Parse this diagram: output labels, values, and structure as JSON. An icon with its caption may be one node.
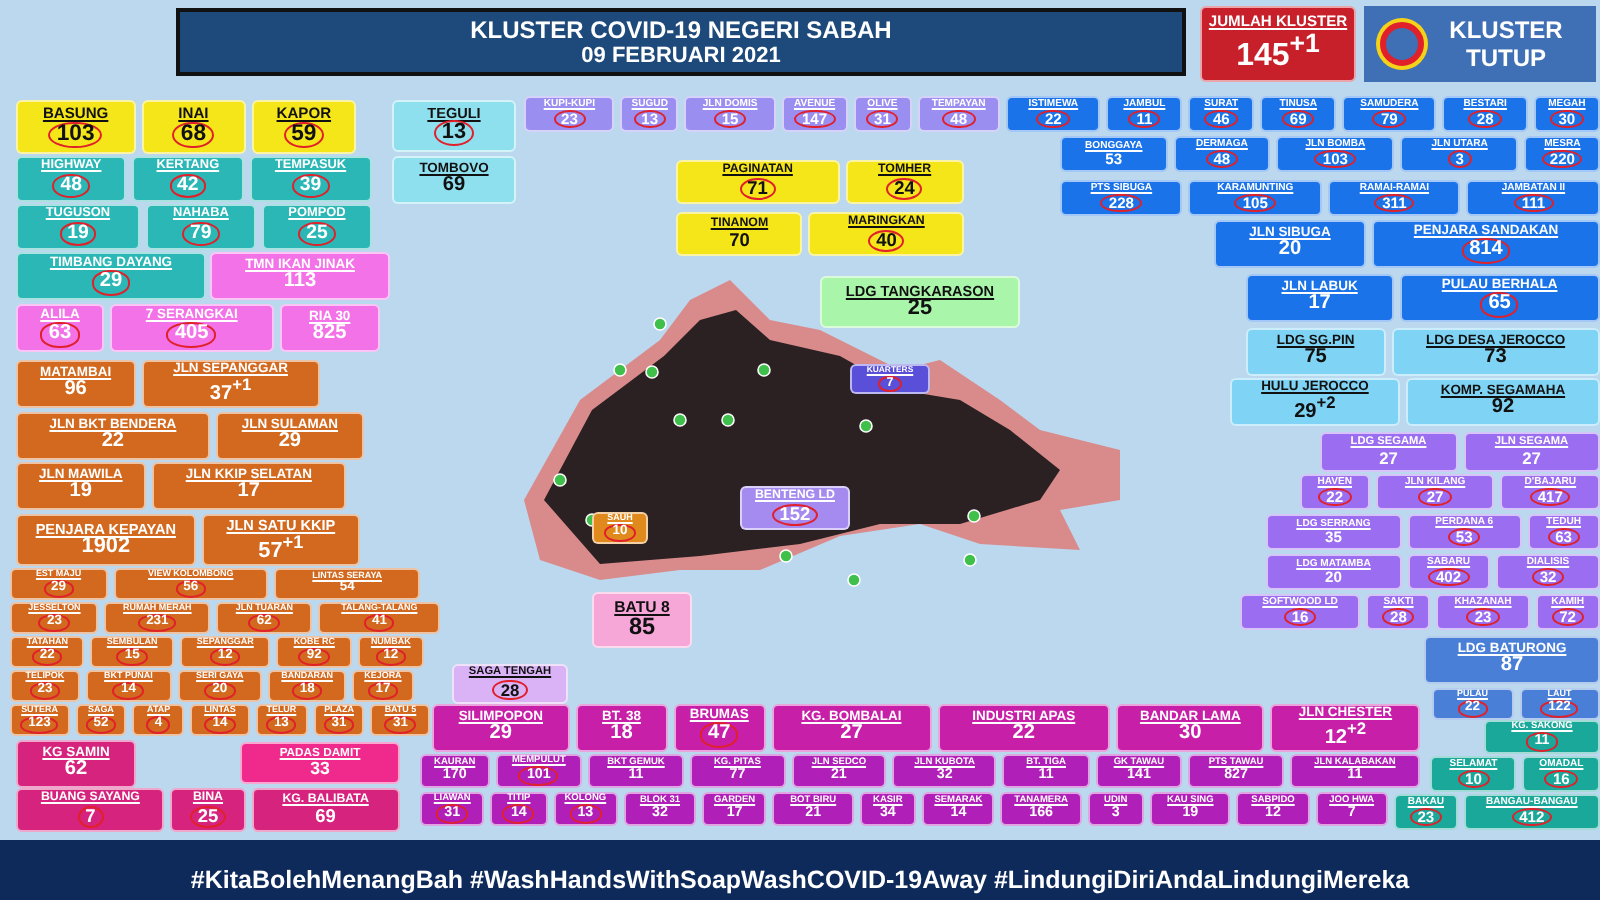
{
  "diagram": {
    "title": "KLUSTER COVID-19 NEGERI SABAH",
    "nodes": [
      {
        "text": [
          "JUMLAH KLUSTER",
          "145$^{+1}$"
        ]
      },
      {
        "text": [
          "BASUNG",
          "103"
        ]
      },
      {
        "text": [
          "INAI",
          "68"
        ]
      },
      {
        "text": [
          "KAPOR",
          "59"
        ]
      },
      {
        "text": [
          "HIGHWAY",
          "48"
        ]
      },
      {
        "text": [
          "KERTANG",
          "42"
        ]
      },
      {
        "text": [
          "TEMPASUK",
          "39"
        ]
      },
      {
        "text": [
          "TUGUSON",
          "19"
        ]
      },
      {
        "text": [
          "NAHABA",
          "79"
        ]
      },
      {
        "text": [
          "POMPOD",
          "25"
        ]
      },
      {
        "text": [
          "TIMBANG DAYANG",
          "29"
        ]
      },
      {
        "text": [
          "TMN IKAN JINAK",
          "113"
        ]
      },
      {
        "text": [
          "ALILA",
          "63"
        ]
      },
      {
        "text": [
          "7 SERANGKAI",
          "405"
        ]
      },
      {
        "text": [
          "RIA 30",
          "825"
        ]
      },
      {
        "text": [
          "TEGULI",
          "13"
        ]
      },
      {
        "text": [
          "TOMBOVO",
          "69"
        ]
      },
      {
        "text": [
          "KUPI-KUPI",
          "23"
        ]
      },
      {
        "text": [
          "SUGUD",
          "13"
        ]
      },
      {
        "text": [
          "JLN DOMIS",
          "15"
        ]
      },
      {
        "text": [
          "AVENUE",
          "147"
        ]
      },
      {
        "text": [
          "OLIVE",
          "31"
        ]
      },
      {
        "text": [
          "TEMPAYAN",
          "48"
        ]
      },
      {
        "text": [
          "PAGINATAN",
          "71"
        ]
      },
      {
        "text": [
          "TOMHER",
          "24"
        ]
      },
      {
        "text": [
          "TINANOM",
          "70"
        ]
      },
      {
        "text": [
          "MARINGKAN",
          "40"
        ]
      },
      {
        "text": [
          "LDG TANGKARASON",
          "25"
        ]
      },
      {
        "text": [
          "KUARTERS",
          "7"
        ]
      },
      {
        "text": [
          "ISTIMEWA",
          "22"
        ]
      },
      {
        "text": [
          "JAMBUL",
          "11"
        ]
      },
      {
        "text": [
          "SURAT",
          "46"
        ]
      },
      {
        "text": [
          "TINUSA",
          "69"
        ]
      },
      {
        "text": [
          "SAMUDERA",
          "79"
        ]
      },
      {
        "text": [
          "BESTARI",
          "28"
        ]
      },
      {
        "text": [
          "MEGAH",
          "30"
        ]
      },
      {
        "text": [
          "BONGGAYA",
          "53"
        ]
      },
      {
        "text": [
          "DERMAGA",
          "48"
        ]
      },
      {
        "text": [
          "JLN BOMBA",
          "103"
        ]
      },
      {
        "text": [
          "JLN UTARA",
          "3"
        ]
      },
      {
        "text": [
          "MESRA",
          "220"
        ]
      },
      {
        "text": [
          "PTS SIBUGA",
          "228"
        ]
      },
      {
        "text": [
          "KARAMUNTING",
          "105"
        ]
      },
      {
        "text": [
          "RAMAI-RAMAI",
          "311"
        ]
      },
      {
        "text": [
          "JAMBATAN II",
          "111"
        ]
      },
      {
        "text": [
          "JLN SIBUGA",
          "20"
        ]
      },
      {
        "text": [
          "PENJARA SANDAKAN",
          "814"
        ]
      },
      {
        "text": [
          "JLN LABUK",
          "17"
        ]
      },
      {
        "text": [
          "PULAU BERHALA",
          "65"
        ]
      },
      {
        "text": [
          "LDG SG.PIN",
          "75"
        ]
      },
      {
        "text": [
          "LDG DESA JEROCCO",
          "73"
        ]
      },
      {
        "text": [
          "HULU JEROCCO",
          "29$^{+2}$"
        ]
      },
      {
        "text": [
          "KOMP. SEGAMAHA",
          "92"
        ]
      },
      {
        "text": [
          "LDG SEGAMA",
          "27"
        ]
      },
      {
        "text": [
          "JLN SEGAMA",
          "27"
        ]
      },
      {
        "text": [
          "HAVEN",
          "22"
        ]
      },
      {
        "text": [
          "JLN KILANG",
          "27"
        ]
      },
      {
        "text": [
          "D'BAJARU",
          "417"
        ]
      },
      {
        "text": [
          "LDG SERRANG",
          "35"
        ]
      },
      {
        "text": [
          "PERDANA 6",
          "53"
        ]
      },
      {
        "text": [
          "TEDUH",
          "63"
        ]
      },
      {
        "text": [
          "LDG MATAMBA",
          "20"
        ]
      },
      {
        "text": [
          "SABARU",
          "402"
        ]
      },
      {
        "text": [
          "DIALISIS",
          "32"
        ]
      },
      {
        "text": [
          "SOFTWOOD LD",
          "16"
        ]
      },
      {
        "text": [
          "SAKTI",
          "28"
        ]
      },
      {
        "text": [
          "KHAZANAH",
          "23"
        ]
      },
      {
        "text": [
          "KAMIH",
          "72"
        ]
      },
      {
        "text": [
          "LDG BATURONG",
          "87"
        ]
      },
      {
        "text": [
          "PULAU",
          "22"
        ]
      },
      {
        "text": [
          "LAUT",
          "122"
        ]
      },
      {
        "text": [
          "KG. SAKONG",
          "11"
        ]
      },
      {
        "text": [
          "SELAMAT",
          "10"
        ]
      },
      {
        "text": [
          "OMADAL",
          "16"
        ]
      },
      {
        "text": [
          "BAKAU",
          "23"
        ]
      },
      {
        "text": [
          "BANGAU-BANGAU",
          "412"
        ]
      },
      {
        "text": [
          "MATAMBAI",
          "96"
        ]
      },
      {
        "text": [
          "JLN SEPANGGAR",
          "37$^{+1}$"
        ]
      },
      {
        "text": [
          "JLN BKT BENDERA",
          "22"
        ]
      },
      {
        "text": [
          "JLN SULAMAN",
          "29"
        ]
      },
      {
        "text": [
          "JLN MAWILA",
          "19"
        ]
      },
      {
        "text": [
          "JLN KKIP SELATAN",
          "17"
        ]
      },
      {
        "text": [
          "PENJARA KEPAYAN",
          "1902"
        ]
      },
      {
        "text": [
          "JLN SATU KKIP",
          "57$^{+1}$"
        ]
      },
      {
        "text": [
          "EST MAJU",
          "29"
        ]
      },
      {
        "text": [
          "VIEW KOLOMBONG",
          "56"
        ]
      },
      {
        "text": [
          "LINTAS SERAYA",
          "54"
        ]
      },
      {
        "text": [
          "JESSELTON",
          "23"
        ]
      },
      {
        "text": [
          "RUMAH MERAH",
          "231"
        ]
      },
      {
        "text": [
          "JLN TUARAN",
          "62"
        ]
      },
      {
        "text": [
          "TALANG-TALANG",
          "41"
        ]
      },
      {
        "text": [
          "TATAHAN",
          "22"
        ]
      },
      {
        "text": [
          "SEMBULAN",
          "15"
        ]
      },
      {
        "text": [
          "SEPANGGAR",
          "12"
        ]
      },
      {
        "text": [
          "KOBE RC",
          "92"
        ]
      },
      {
        "text": [
          "NUMBAK",
          "12"
        ]
      },
      {
        "text": [
          "TELIPOK",
          "23"
        ]
      },
      {
        "text": [
          "BKT PUNAI",
          "14"
        ]
      },
      {
        "text": [
          "SERI GAYA",
          "20"
        ]
      },
      {
        "text": [
          "BANDARAN",
          "18"
        ]
      },
      {
        "text": [
          "KEJORA",
          "17"
        ]
      },
      {
        "text": [
          "SUTERA",
          "123"
        ]
      },
      {
        "text": [
          "SAGA",
          "52"
        ]
      },
      {
        "text": [
          "ATAP",
          "4"
        ]
      },
      {
        "text": [
          "LINTAS",
          "14"
        ]
      },
      {
        "text": [
          "TELUR",
          "13"
        ]
      },
      {
        "text": [
          "PLAZA",
          "31"
        ]
      },
      {
        "text": [
          "BATU 5",
          "31"
        ]
      },
      {
        "text": [
          "SAUH",
          "10"
        ]
      },
      {
        "text": [
          "KG SAMIN",
          "62"
        ]
      },
      {
        "text": [
          "PADAS DAMIT",
          "33"
        ]
      },
      {
        "text": [
          "BUANG SAYANG",
          "7"
        ]
      },
      {
        "text": [
          "BINA",
          "25"
        ]
      },
      {
        "text": [
          "KG. BALIBATA",
          "69"
        ]
      },
      {
        "text": [
          "BENTENG LD",
          "152"
        ]
      },
      {
        "text": [
          "BATU 8",
          "85"
        ]
      },
      {
        "text": [
          "SAGA TENGAH",
          "28"
        ]
      },
      {
        "text": [
          "SILIMPOPON",
          "29"
        ]
      },
      {
        "text": [
          "BT. 38",
          "18"
        ]
      },
      {
        "text": [
          "BRUMAS",
          "47"
        ]
      },
      {
        "text": [
          "KG. BOMBALAI",
          "27"
        ]
      },
      {
        "text": [
          "INDUSTRI APAS",
          "22"
        ]
      },
      {
        "text": [
          "BANDAR LAMA",
          "30"
        ]
      },
      {
        "text": [
          "JLN CHESTER",
          "12$^{+2}$"
        ]
      },
      {
        "text": [
          "KAURAN",
          "170"
        ]
      },
      {
        "text": [
          "MEMPULUT",
          "101"
        ]
      },
      {
        "text": [
          "BKT GEMUK",
          "11"
        ]
      },
      {
        "text": [
          "KG. PITAS",
          "77"
        ]
      },
      {
        "text": [
          "JLN SEDCO",
          "21"
        ]
      },
      {
        "text": [
          "JLN KUBOTA",
          "32"
        ]
      },
      {
        "text": [
          "BT. TIGA",
          "11"
        ]
      },
      {
        "text": [
          "GK TAWAU",
          "141"
        ]
      },
      {
        "text": [
          "PTS TAWAU",
          "827"
        ]
      },
      {
        "text": [
          "JLN KALABAKAN",
          "11"
        ]
      },
      {
        "text": [
          "LIAWAN",
          "31"
        ]
      },
      {
        "text": [
          "TITIP",
          "14"
        ]
      },
      {
        "text": [
          "KOLONG",
          "13"
        ]
      },
      {
        "text": [
          "BLOK 31",
          "32"
        ]
      },
      {
        "text": [
          "GARDEN",
          "17"
        ]
      },
      {
        "text": [
          "BOT BIRU",
          "21"
        ]
      },
      {
        "text": [
          "KASIR",
          "34"
        ]
      },
      {
        "text": [
          "SEMARAK",
          "14"
        ]
      },
      {
        "text": [
          "TANAMERA",
          "166"
        ]
      },
      {
        "text": [
          "UDIN",
          "3"
        ]
      },
      {
        "text": [
          "KAU SING",
          "19"
        ]
      },
      {
        "text": [
          "SABPIDO",
          "12"
        ]
      },
      {
        "text": [
          "JOO HWA",
          "7"
        ]
      }
    ],
    "labels": [
      "09 FEBRUARI 2021",
      "#KitaBolehMenangBah #WashHandsWithSoapWashCOVID-19Away #LindungiDiriAndaLindungiMereka"
    ],
    "legend": [
      {
        "text": "KLUSTER TUTUP"
      }
    ]
  }
}
